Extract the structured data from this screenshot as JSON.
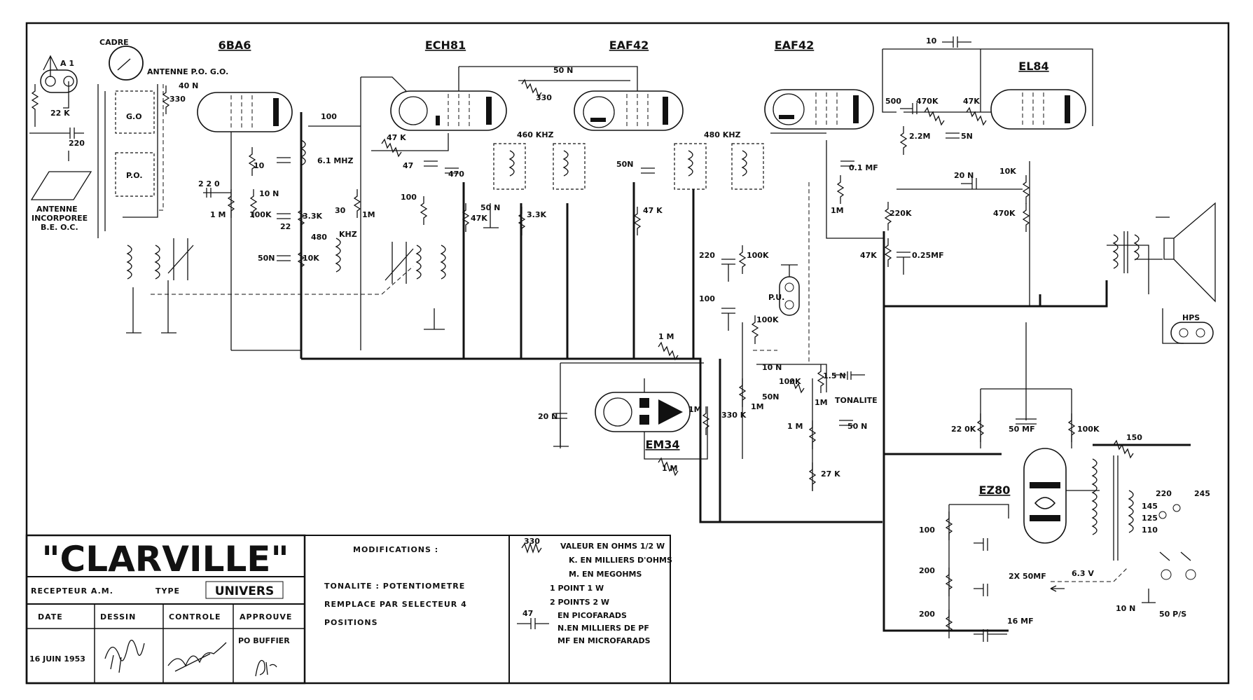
{
  "title_block": {
    "brand": "\"CLARVILLE\"",
    "receiver": "RECEPTEUR A.M.",
    "type_label": "TYPE",
    "type_value": "UNIVERS",
    "headers": {
      "date": "DATE",
      "dessin": "DESSIN",
      "controle": "CONTROLE",
      "approuve": "APPROUVE"
    },
    "date_value": "16 JUIN 1953",
    "approver": "PO BUFFIER",
    "modifications_title": "MODIFICATIONS :",
    "modifications_lines": [
      "TONALITE : POTENTIOMETRE",
      "REMPLACE PAR SELECTEUR 4",
      "POSITIONS"
    ]
  },
  "legend": {
    "lines": [
      "VALEUR EN OHMS 1/2 W",
      "K. EN MILLIERS D'OHMS",
      "M. EN MEGOHMS",
      "1 POINT     1 W",
      "2 POINTS    2 W"
    ],
    "cap_lines": [
      "EN PICOFARADS",
      "N.EN MILLIERS DE PF",
      "MF EN MICROFARADS"
    ],
    "res_example": "330",
    "cap_example": "47"
  },
  "tubes": {
    "t1": "6BA6",
    "t2": "ECH81",
    "t3": "EAF42",
    "t4": "EAF42",
    "t5": "EL84",
    "t6": "EM34",
    "t7": "EZ80"
  },
  "labels": {
    "cadre": "CADRE",
    "antenne_po_go": "ANTENNE P.O. G.O.",
    "go": "G.O",
    "po": "P.O.",
    "antenne_inc_1": "ANTENNE",
    "antenne_inc_2": "INCORPOREE",
    "antenne_inc_3": "B.E. O.C.",
    "a1": "A 1",
    "pu": "P.U.",
    "hps": "HPS",
    "tonalite": "TONALITE",
    "v63": "6.3 V",
    "secteur": "50 P/S"
  },
  "values": {
    "r22k": "22 K",
    "c220": "220",
    "r330a": "330",
    "c40n": "40 N",
    "c220b": "2 2 0",
    "r1m_a": "1 M",
    "r100k_a": "100K",
    "c10a": "10",
    "c10n_a": "10 N",
    "c22": "22",
    "c50n_a": "50N",
    "c100": "100",
    "f61": "6.1 MHZ",
    "r33k_a": "3.3K",
    "c30": "30",
    "f480a": "480",
    "khz": "KHZ",
    "r10k_a": "10K",
    "r1m_b": "1M",
    "r47k_a": "47 K",
    "c47": "47",
    "c470": "470",
    "c100b": "100",
    "r47k_b": "47K",
    "c50n_b": "50 N",
    "r33k_b": "3.3K",
    "f460": "460 KHZ",
    "c50n_t": "50 N",
    "r330b": "330",
    "c50n_c": "50N",
    "r47k_c": "47 K",
    "f480b": "480 KHZ",
    "c01mf": "0.1 MF",
    "r1m_c": "1M",
    "c220c": "220",
    "r100k_b": "100K",
    "c100c": "100",
    "r100k_c": "100K",
    "c10n_b": "10 N",
    "r100k_d": "100K",
    "c50n_d": "50N",
    "r1m_d": "1M",
    "r1m_e": "1M",
    "c15n": "1.5 N",
    "r1m_f": "1 M",
    "c50n_e": "50 N",
    "r27k": "27 K",
    "r1m_g": "1 M",
    "c20n_a": "20 N",
    "r1m_h": "1M",
    "r1m_i": "1 M",
    "r330k": "330 K",
    "c10_top": "10",
    "c500": "500",
    "r470k_a": "470K",
    "r47k_d": "47K",
    "r22m": "2.2M",
    "c5n": "5N",
    "c20n_b": "20 N",
    "r10k_b": "10K",
    "r220k": "220K",
    "r470k_b": "470K",
    "r47k_e": "47K",
    "c025": "0.25MF",
    "r22k_b": "22 0K",
    "c50mf": "50 MF",
    "r100k_e": "100K",
    "r150": "150",
    "v220": "220",
    "v245": "245",
    "v145": "145",
    "v125": "125",
    "v110": "110",
    "r100": "100",
    "r200a": "200",
    "r200b": "200",
    "c2x50": "2X 50MF",
    "c16mf": "16 MF",
    "c10n_c": "10 N"
  }
}
